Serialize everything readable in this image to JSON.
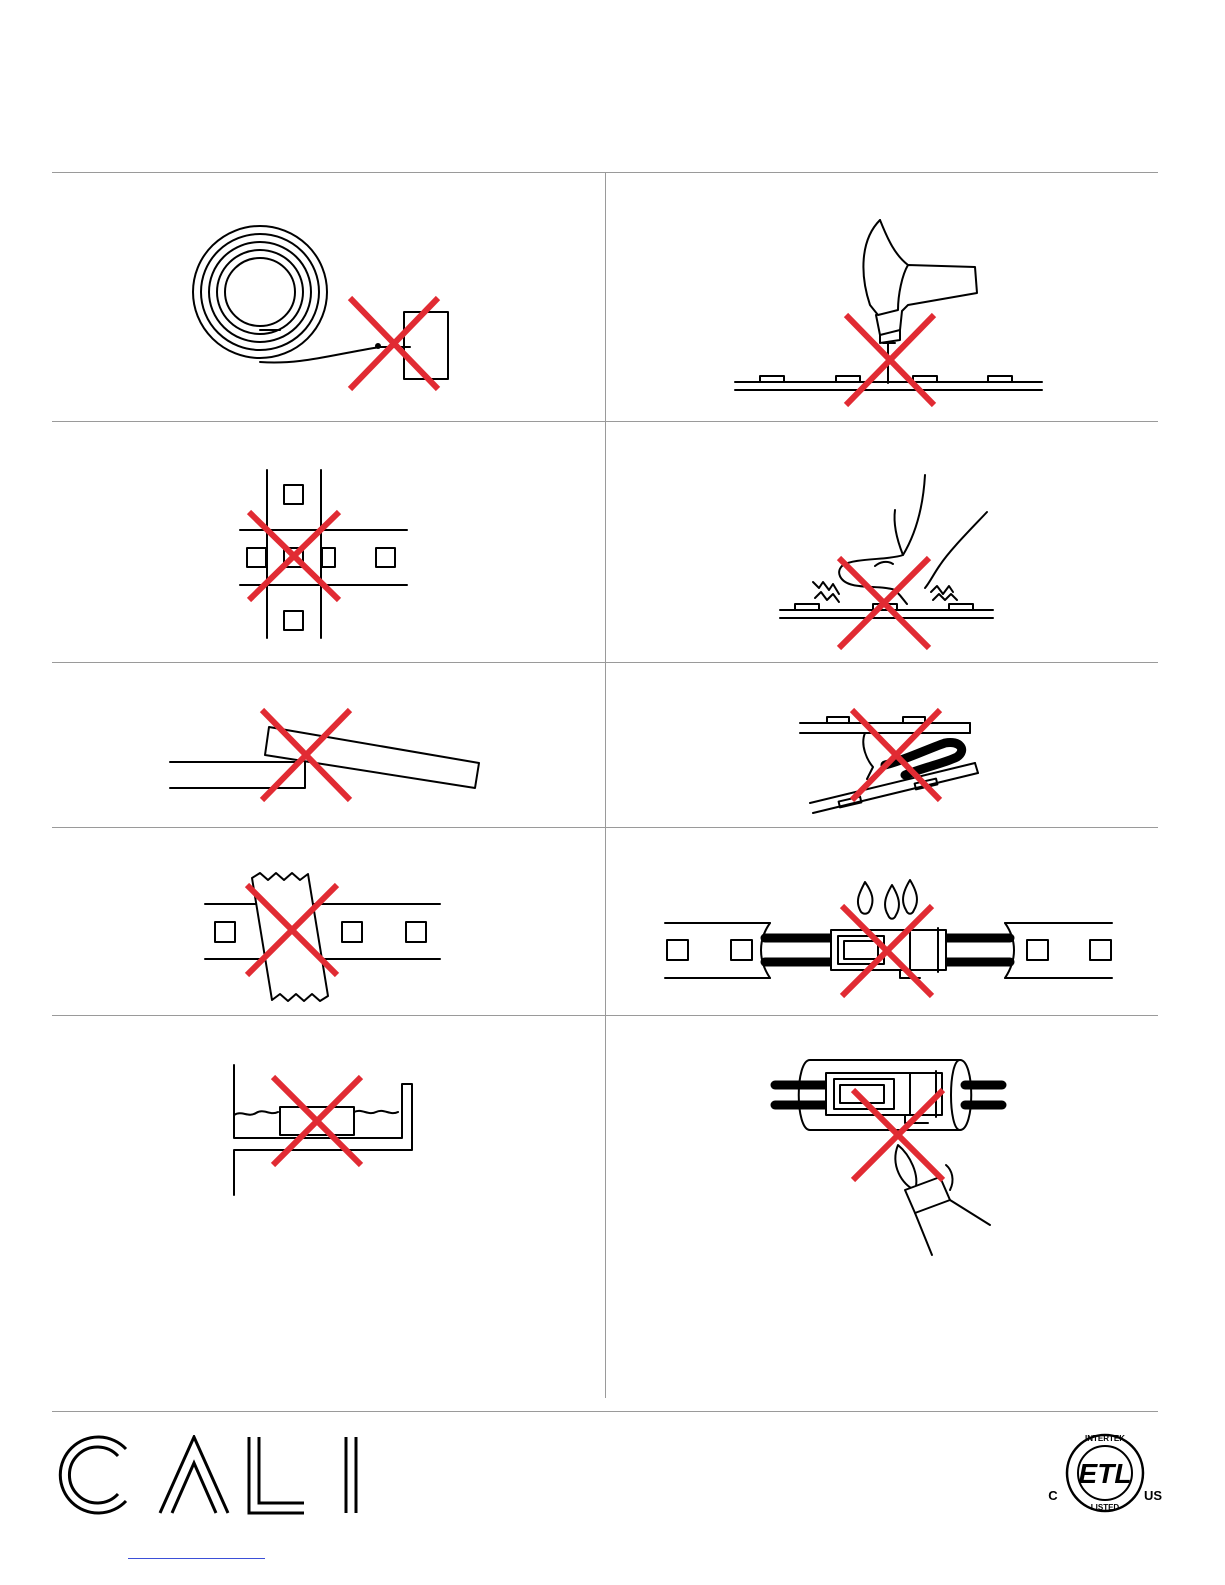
{
  "logo": {
    "text": "CALI",
    "color": "#000000"
  },
  "certification": {
    "mark": "ETL",
    "top_text": "INTERTEK",
    "bottom_text": "LISTED",
    "left_text": "C",
    "right_text": "US"
  },
  "colors": {
    "prohibited_mark": "#e12b33",
    "grid_lines": "#9a9a9a",
    "link_underline": "#3b4fd8"
  },
  "panels": [
    {
      "depicts": "coiled-strip-connected-to-power",
      "icon": "coil-icon"
    },
    {
      "depicts": "hammer-nail-through-strip",
      "icon": "hammer-icon"
    },
    {
      "depicts": "crossed-strips",
      "icon": "crossed-strip-icon"
    },
    {
      "depicts": "finger-pressing-led",
      "icon": "finger-icon"
    },
    {
      "depicts": "strip-bent-sideways",
      "icon": "bent-strip-icon"
    },
    {
      "depicts": "strip-folded-over",
      "icon": "folded-strip-icon"
    },
    {
      "depicts": "tape-over-strip",
      "icon": "tape-icon"
    },
    {
      "depicts": "water-drops-on-connector",
      "icon": "water-drop-icon"
    },
    {
      "depicts": "connector-submerged",
      "icon": "submerged-connector-icon"
    },
    {
      "depicts": "pliers-on-connector",
      "icon": "pliers-icon"
    }
  ]
}
